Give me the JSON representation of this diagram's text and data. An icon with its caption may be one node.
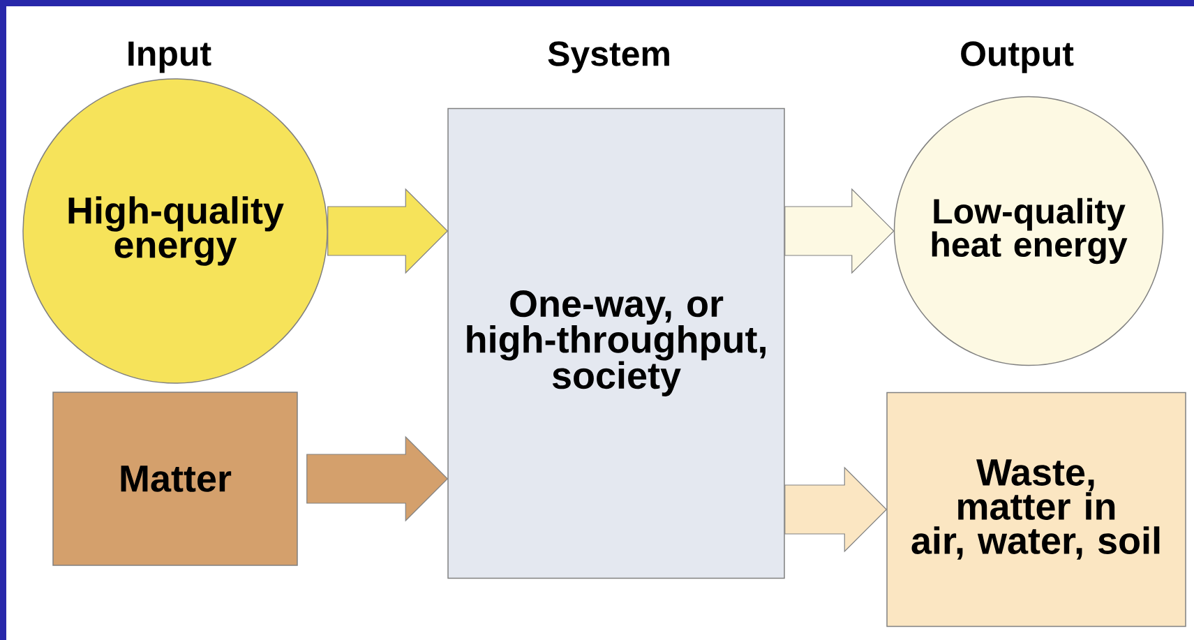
{
  "diagram": {
    "nodes": [
      {
        "text": [
          "High-quality energy"
        ]
      },
      {
        "text": [
          "Matter"
        ]
      },
      {
        "text": [
          "One-way, or high-throughput, society"
        ]
      },
      {
        "text": [
          "Low-quality heat energy"
        ]
      },
      {
        "text": [
          "Waste, matter in air, water, soil"
        ]
      }
    ],
    "edges": [
      {
        "from": 0,
        "to": 2,
        "arrow": "to",
        "color": "#f6e35a"
      },
      {
        "from": 1,
        "to": 2,
        "arrow": "to",
        "color": "#d4a06c"
      },
      {
        "from": 2,
        "to": 3,
        "arrow": "to",
        "color": "#fdf9e3"
      },
      {
        "from": 2,
        "to": 4,
        "arrow": "to",
        "color": "#fbe6c2"
      }
    ],
    "labels": [
      "Input",
      "System",
      "Output"
    ]
  }
}
